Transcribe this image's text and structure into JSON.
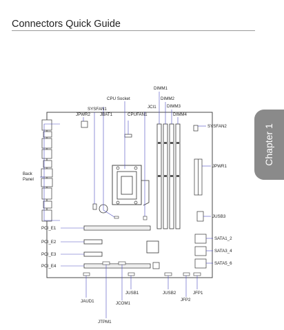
{
  "header": {
    "title": "Connectors Quick Guide"
  },
  "side_tab": {
    "label": "Chapter 1"
  },
  "callouts": {
    "dimm1": "DIMM1",
    "cpu_socket": "CPU Socket",
    "jci1": "JCI1",
    "dimm2": "DIMM2",
    "sysfan1": "SYSFAN1",
    "dimm3": "DIMM3",
    "jpwr2": "JPWR2",
    "jbat1": "JBAT1",
    "cpufan1": "CPUFAN1",
    "dimm4": "DIMM4",
    "sysfan2": "SYSFAN2",
    "jpwr1": "JPWR1",
    "back_panel_1": "Back",
    "back_panel_2": "Panel",
    "jusb3": "JUSB3",
    "pci_e1": "PCI_E1",
    "sata1_2": "SATA1_2",
    "pci_e2": "PCI_E2",
    "sata3_4": "SATA3_4",
    "pci_e3": "PCI_E3",
    "pci_e4": "PCI_E4",
    "sata5_6": "SATA5_6",
    "jusb1": "JUSB1",
    "jusb2": "JUSB2",
    "jfp1": "JFP1",
    "jfp2": "JFP2",
    "jaud1": "JAUD1",
    "jcom1": "JCOM1",
    "jtpm1": "JTPM1"
  }
}
